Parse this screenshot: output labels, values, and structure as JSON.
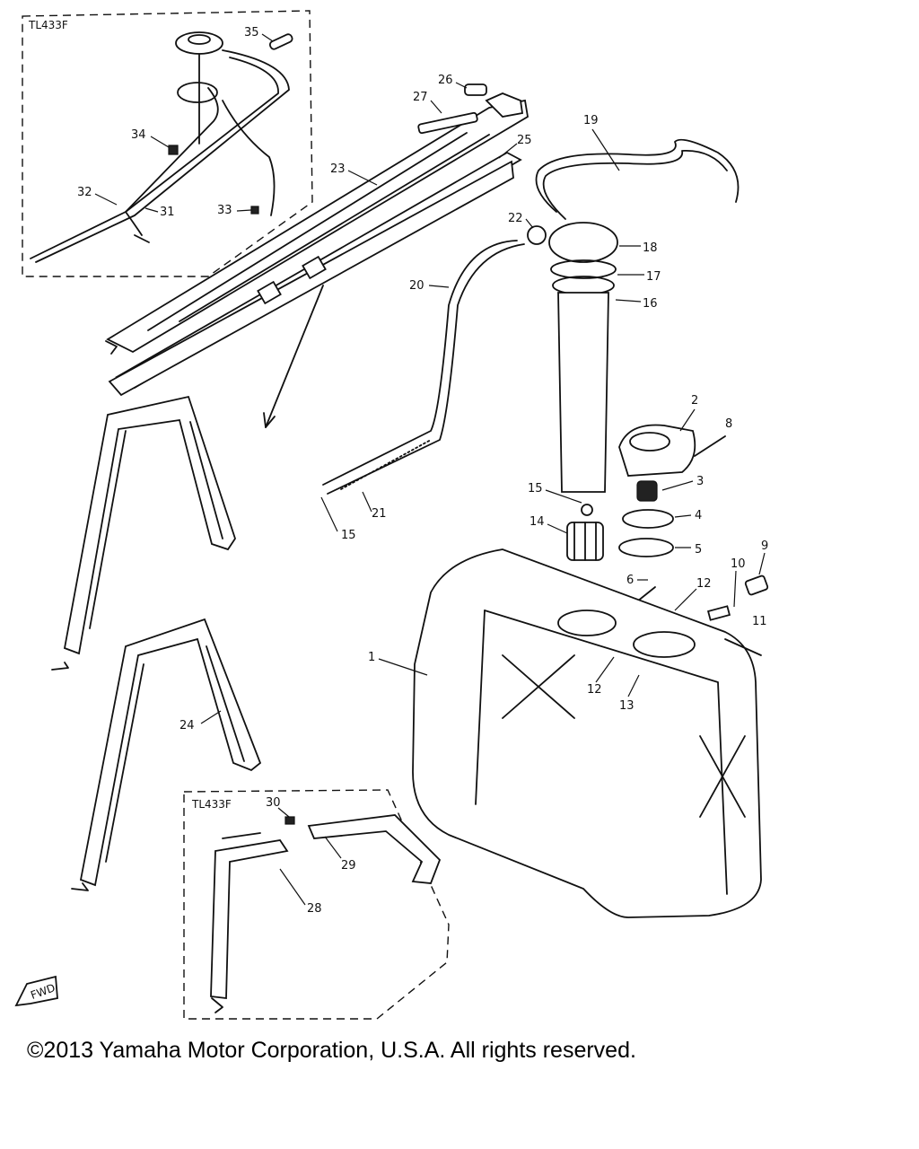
{
  "diagram": {
    "inset_top_label": "TL433F",
    "inset_bottom_label": "TL433F",
    "fwd_label": "FWD",
    "callouts": {
      "c1": "1",
      "c2": "2",
      "c3": "3",
      "c4": "4",
      "c5": "5",
      "c6": "6",
      "c8": "8",
      "c9": "9",
      "c10": "10",
      "c11": "11",
      "c12a": "12",
      "c12b": "12",
      "c13": "13",
      "c14": "14",
      "c15a": "15",
      "c15b": "15",
      "c16": "16",
      "c17": "17",
      "c18": "18",
      "c19": "19",
      "c20": "20",
      "c21": "21",
      "c22": "22",
      "c23": "23",
      "c24": "24",
      "c25": "25",
      "c26": "26",
      "c27": "27",
      "c28": "28",
      "c29": "29",
      "c30": "30",
      "c31": "31",
      "c32": "32",
      "c33": "33",
      "c34": "34",
      "c35": "35"
    }
  },
  "footer": {
    "copyright": "©2013 Yamaha Motor Corporation, U.S.A. All rights reserved."
  }
}
